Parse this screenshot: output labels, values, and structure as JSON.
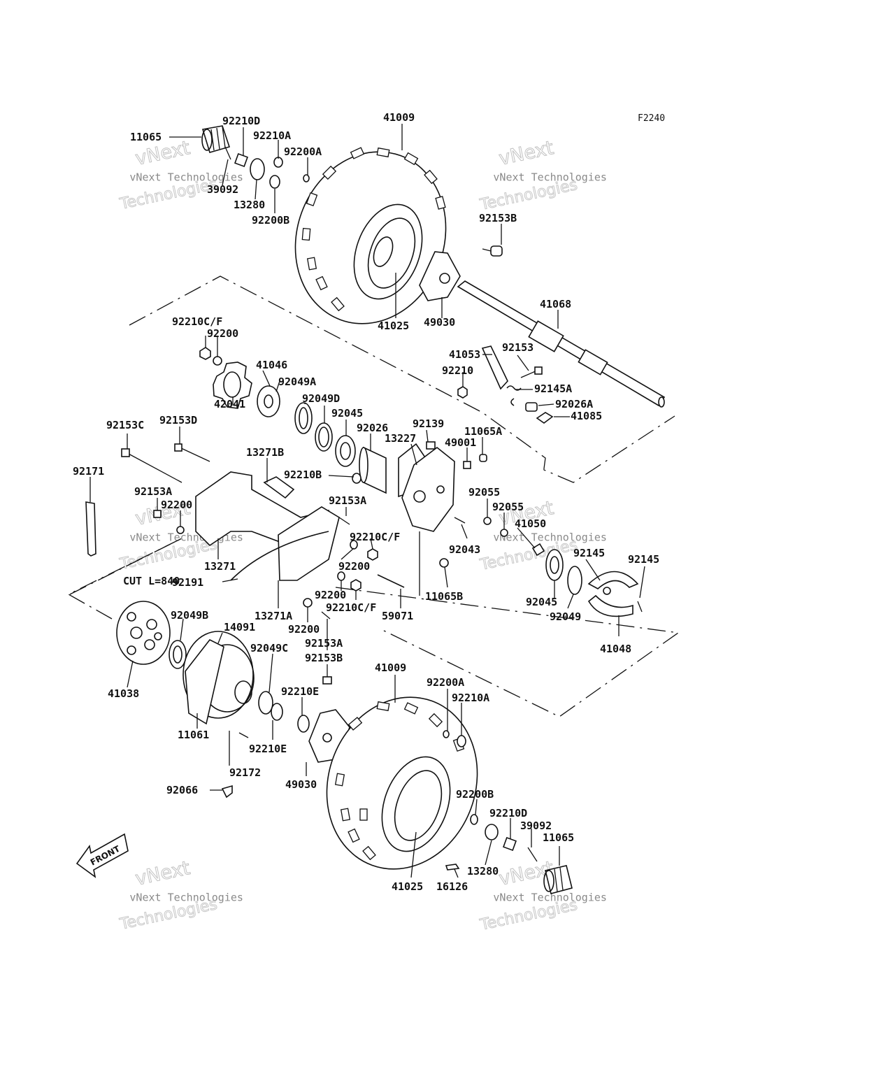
{
  "figure_code": "F2240",
  "watermark": {
    "line1": "vNext",
    "line2": "vNext Technologies",
    "line3": "Technologies"
  },
  "front_label": "FRONT",
  "cut_note": "CUT L=840",
  "labels": {
    "l_11065_top": "11065",
    "l_92210D_top": "92210D",
    "l_92210A_top": "92210A",
    "l_92200A_top": "92200A",
    "l_39092_top": "39092",
    "l_13280_top": "13280",
    "l_92200B_top": "92200B",
    "l_41009_top": "41009",
    "l_92153B_top": "92153B",
    "l_41025_top": "41025",
    "l_49030_top": "49030",
    "l_41068": "41068",
    "l_92210CF_1": "92210C/F",
    "l_92200_1": "92200",
    "l_41046": "41046",
    "l_92049A": "92049A",
    "l_42041": "42041",
    "l_41053": "41053",
    "l_92153": "92153",
    "l_92210": "92210",
    "l_92145A": "92145A",
    "l_92026A": "92026A",
    "l_41085": "41085",
    "l_92049D": "92049D",
    "l_92045_1": "92045",
    "l_92026": "92026",
    "l_92139": "92139",
    "l_13227": "13227",
    "l_49001": "49001",
    "l_11065A": "11065A",
    "l_92153C": "92153C",
    "l_92153D": "92153D",
    "l_13271B": "13271B",
    "l_92210B": "92210B",
    "l_92171": "92171",
    "l_92153A_1": "92153A",
    "l_92200_2": "92200",
    "l_92153A_2": "92153A",
    "l_92055_1": "92055",
    "l_92055_2": "92055",
    "l_41050": "41050",
    "l_92210CF_2": "92210C/F",
    "l_92043": "92043",
    "l_13271": "13271",
    "l_92200_3": "92200",
    "l_92191": "92191",
    "l_92145_1": "92145",
    "l_92145_2": "92145",
    "l_11065B": "11065B",
    "l_92200_4": "92200",
    "l_92045_2": "92045",
    "l_92049": "92049",
    "l_13271A": "13271A",
    "l_92210CF_3": "92210C/F",
    "l_59071": "59071",
    "l_92049B": "92049B",
    "l_14091": "14091",
    "l_92200_5": "92200",
    "l_41048": "41048",
    "l_92049C": "92049C",
    "l_92153A_3": "92153A",
    "l_92153B_2": "92153B",
    "l_41038": "41038",
    "l_41009_bot": "41009",
    "l_92200A_bot": "92200A",
    "l_92210E_1": "92210E",
    "l_92210A_bot": "92210A",
    "l_11061": "11061",
    "l_92210E_2": "92210E",
    "l_92172": "92172",
    "l_49030_bot": "49030",
    "l_92066": "92066",
    "l_92200B_bot": "92200B",
    "l_92210D_bot": "92210D",
    "l_39092_bot": "39092",
    "l_11065_bot": "11065",
    "l_13280_bot": "13280",
    "l_41025_bot": "41025",
    "l_16126": "16126"
  }
}
